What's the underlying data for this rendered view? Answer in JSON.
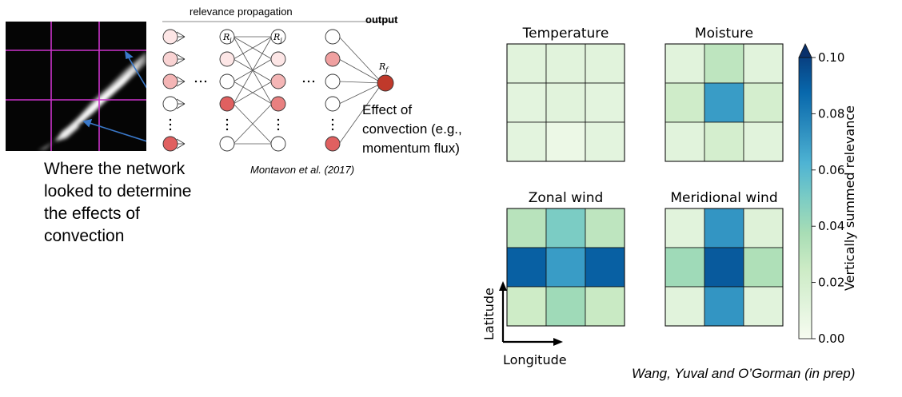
{
  "left": {
    "caption_lines": [
      "Where the network",
      "looked to determine",
      "the effects of",
      "convection"
    ],
    "relevance_label": "relevance propagation",
    "output_label": "output",
    "effect_lines": [
      "Effect of",
      "convection (e.g.,",
      "momentum flux)"
    ],
    "citation": "Montavon et al. (2017)",
    "node_labels": {
      "r_i": "R_i",
      "r_j": "R_j",
      "r_f": "R_f"
    }
  },
  "credit": "Wang, Yuval and O’Gorman (in prep)",
  "colors": {
    "accent_magenta": "#cc33cc",
    "arrow_blue": "#3a78c9",
    "node_red": "#e06060",
    "node_dark_red": "#c0392b"
  },
  "chart_data": {
    "type": "heatmap",
    "colormap": "GnBu",
    "vmin": 0.0,
    "vmax": 0.1,
    "colorbar": {
      "label": "Vertically summed relevance",
      "ticks": [
        "0.00",
        "0.02",
        "0.04",
        "0.06",
        "0.08",
        "0.10"
      ],
      "extend": "max"
    },
    "xlabel": "Longitude",
    "ylabel": "Latitude",
    "panels": [
      {
        "title": "Temperature",
        "values": [
          [
            0.012,
            0.012,
            0.012
          ],
          [
            0.011,
            0.012,
            0.011
          ],
          [
            0.011,
            0.006,
            0.011
          ]
        ]
      },
      {
        "title": "Moisture",
        "values": [
          [
            0.012,
            0.03,
            0.012
          ],
          [
            0.023,
            0.07,
            0.02
          ],
          [
            0.012,
            0.02,
            0.012
          ]
        ]
      },
      {
        "title": "Zonal wind",
        "values": [
          [
            0.032,
            0.05,
            0.03
          ],
          [
            0.09,
            0.07,
            0.09
          ],
          [
            0.024,
            0.04,
            0.026
          ]
        ]
      },
      {
        "title": "Meridional wind",
        "values": [
          [
            0.012,
            0.072,
            0.014
          ],
          [
            0.04,
            0.092,
            0.035
          ],
          [
            0.012,
            0.072,
            0.012
          ]
        ]
      }
    ]
  }
}
